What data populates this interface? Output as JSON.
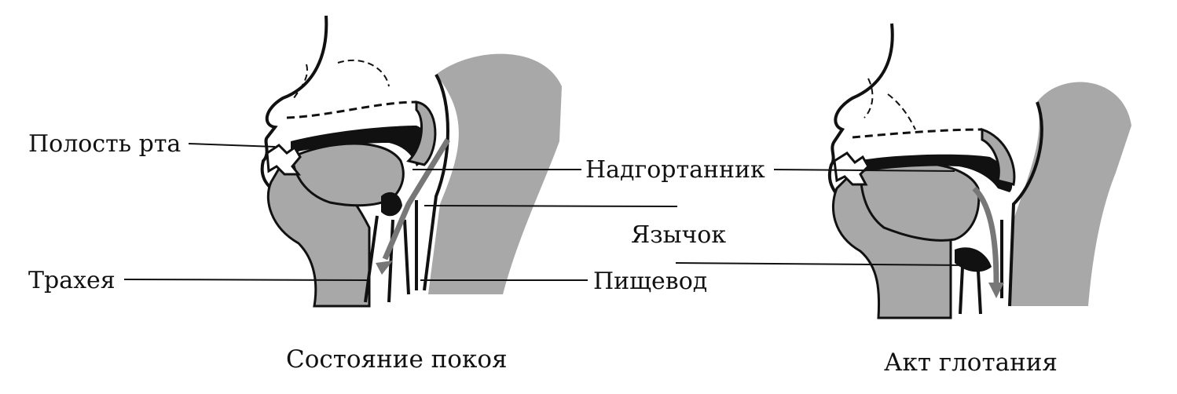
{
  "labels": {
    "mouth": "Полость рта",
    "epiglottis": "Надгортанник",
    "uvula": "Язычок",
    "trachea": "Трахея",
    "esophagus": "Пищевод"
  },
  "captions": {
    "rest": "Состояние покоя",
    "swallow": "Акт глотания"
  },
  "colors": {
    "ink": "#111111",
    "tissue": "#a8a8a8",
    "cavity": "#ffffff"
  }
}
